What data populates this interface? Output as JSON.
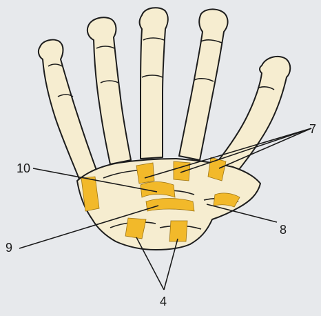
{
  "colors": {
    "background": "#e7e9ec",
    "bone": "#f6edd0",
    "outline": "#1d1d1d",
    "ligament": "#f2b92a"
  },
  "labels": {
    "four": "4",
    "seven": "7",
    "eight": "8",
    "nine": "9",
    "ten": "10"
  }
}
